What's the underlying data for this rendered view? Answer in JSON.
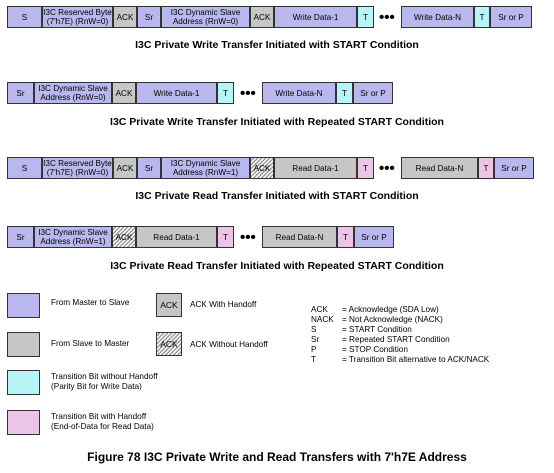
{
  "diagrams": [
    {
      "title": "I3C Private Write Transfer Initiated with START Condition",
      "cells": [
        {
          "label": "S",
          "kind": "m"
        },
        {
          "label": "I3C Reserved Byte\n(7'h7E) (RnW=0)",
          "kind": "m"
        },
        {
          "label": "ACK",
          "kind": "s"
        },
        {
          "label": "Sr",
          "kind": "m"
        },
        {
          "label": "I3C Dynamic Slave\nAddress (RnW=0)",
          "kind": "m"
        },
        {
          "label": "ACK",
          "kind": "s"
        },
        {
          "label": "Write Data-1",
          "kind": "m"
        },
        {
          "label": "T",
          "kind": "t-w"
        },
        {
          "label": "Write Data-N",
          "kind": "m"
        },
        {
          "label": "T",
          "kind": "t-w"
        },
        {
          "label": "Sr or P",
          "kind": "m"
        }
      ]
    },
    {
      "title": "I3C Private Write Transfer Initiated with Repeated START Condition",
      "cells": [
        {
          "label": "Sr",
          "kind": "m"
        },
        {
          "label": "I3C Dynamic Slave\nAddress (RnW=0)",
          "kind": "m"
        },
        {
          "label": "ACK",
          "kind": "s"
        },
        {
          "label": "Write Data-1",
          "kind": "m"
        },
        {
          "label": "T",
          "kind": "t-w"
        },
        {
          "label": "Write Data-N",
          "kind": "m"
        },
        {
          "label": "T",
          "kind": "t-w"
        },
        {
          "label": "Sr or P",
          "kind": "m"
        }
      ]
    },
    {
      "title": "I3C Private Read Transfer Initiated with START Condition",
      "cells": [
        {
          "label": "S",
          "kind": "m"
        },
        {
          "label": "I3C Reserved Byte\n(7'h7E) (RnW=0)",
          "kind": "m"
        },
        {
          "label": "ACK",
          "kind": "s"
        },
        {
          "label": "Sr",
          "kind": "m"
        },
        {
          "label": "I3C Dynamic Slave\nAddress (RnW=1)",
          "kind": "m"
        },
        {
          "label": "ACK",
          "kind": "hatch"
        },
        {
          "label": "Read Data-1",
          "kind": "s"
        },
        {
          "label": "T",
          "kind": "t-r"
        },
        {
          "label": "Read Data-N",
          "kind": "s"
        },
        {
          "label": "T",
          "kind": "t-r"
        },
        {
          "label": "Sr or P",
          "kind": "m"
        }
      ]
    },
    {
      "title": "I3C Private Read Transfer Initiated with Repeated START Condition",
      "cells": [
        {
          "label": "Sr",
          "kind": "m"
        },
        {
          "label": "I3C Dynamic Slave\nAddress (RnW=1)",
          "kind": "m"
        },
        {
          "label": "ACK",
          "kind": "hatch"
        },
        {
          "label": "Read Data-1",
          "kind": "s"
        },
        {
          "label": "T",
          "kind": "t-r"
        },
        {
          "label": "Read Data-N",
          "kind": "s"
        },
        {
          "label": "T",
          "kind": "t-r"
        },
        {
          "label": "Sr or P",
          "kind": "m"
        }
      ]
    }
  ],
  "ellipsis": "•••",
  "legend": {
    "from_master": "From Master to Slave",
    "from_slave": "From Slave to Master",
    "transition_no_handoff": "Transition Bit without Handoff\n(Parity Bit for Write Data)",
    "transition_handoff": "Transition Bit with Handoff\n(End-of-Data for Read Data)",
    "ack_box_label": "ACK",
    "ack_handoff": "ACK With Handoff",
    "ack_no_handoff": "ACK Without Handoff"
  },
  "abbreviations": [
    {
      "key": "ACK",
      "desc": "= Acknowledge (SDA Low)"
    },
    {
      "key": "NACK",
      "desc": "= Not Acknowledge (NACK)"
    },
    {
      "key": "S",
      "desc": "= START Condition"
    },
    {
      "key": "Sr",
      "desc": "= Repeated START Condition"
    },
    {
      "key": "P",
      "desc": "= STOP Condition"
    },
    {
      "key": "T",
      "desc": "= Transition Bit alternative to ACK/NACK"
    }
  ],
  "figure_caption": "Figure 78 I3C Private Write and Read Transfers with 7'h7E Address",
  "colors": {
    "master": "#b8b8ef",
    "slave": "#c6c6c6",
    "transition_write": "#b7f4f6",
    "transition_read": "#ecc4e6"
  }
}
